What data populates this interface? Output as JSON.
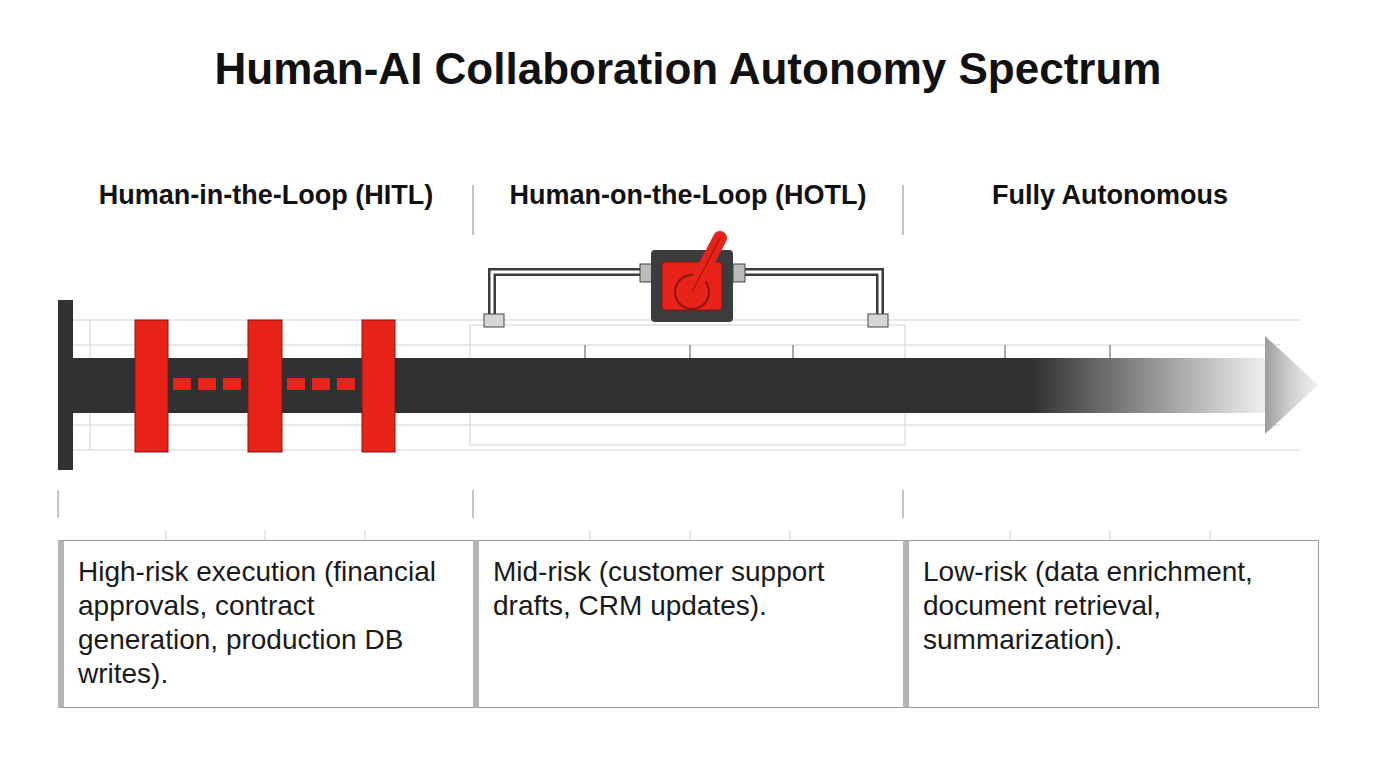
{
  "diagram": {
    "title": "Human-AI Collaboration Autonomy Spectrum",
    "nodes": [
      {
        "text": [
          "High-risk execution (financial approvals, contract generation, production DB writes)."
        ]
      },
      {
        "text": [
          "Mid-risk (customer support drafts, CRM updates)."
        ]
      },
      {
        "text": [
          "Low-risk (data enrichment, document retrieval, summarization)."
        ]
      }
    ],
    "labels": [
      "Human-in-the-Loop (HITL)",
      "Human-on-the-Loop (HOTL)",
      "Fully Autonomous"
    ]
  }
}
